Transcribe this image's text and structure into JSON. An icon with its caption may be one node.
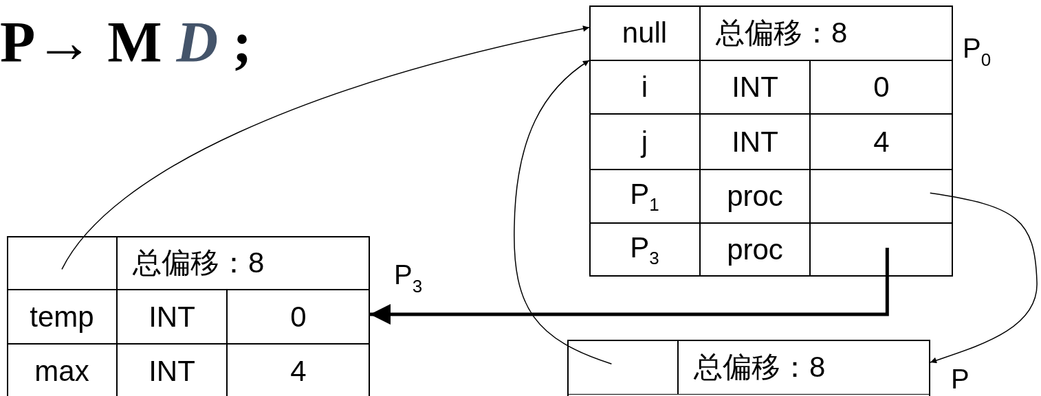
{
  "diagram": {
    "title": "P→ M *D* ;",
    "nodes": [
      {
        "text": [],
        "shape": "box",
        "beside": [
          "P$_{0}$"
        ]
      },
      {
        "text": [
          "null"
        ],
        "in": 0
      },
      {
        "text": [
          "总偏移：8"
        ],
        "in": 0
      },
      {
        "text": [
          "i"
        ],
        "in": 0
      },
      {
        "text": [
          "INT"
        ],
        "in": 0
      },
      {
        "text": [
          "0"
        ],
        "in": 0
      },
      {
        "text": [
          "j"
        ],
        "in": 0
      },
      {
        "text": [
          "INT"
        ],
        "in": 0
      },
      {
        "text": [
          "4"
        ],
        "in": 0
      },
      {
        "text": [
          "P$_{1}$"
        ],
        "in": 0
      },
      {
        "text": [
          "proc"
        ],
        "in": 0
      },
      {
        "text": [],
        "shape": "box",
        "in": 0
      },
      {
        "text": [
          "P$_{3}$"
        ],
        "in": 0
      },
      {
        "text": [
          "proc"
        ],
        "in": 0
      },
      {
        "text": [],
        "shape": "box",
        "in": 0
      },
      {
        "text": [],
        "shape": "box",
        "beside": [
          "P$_{3}$"
        ]
      },
      {
        "text": [],
        "shape": "box",
        "in": 15
      },
      {
        "text": [
          "总偏移：8"
        ],
        "in": 15
      },
      {
        "text": [
          "temp"
        ],
        "in": 15
      },
      {
        "text": [
          "INT"
        ],
        "in": 15
      },
      {
        "text": [
          "0"
        ],
        "in": 15
      },
      {
        "text": [
          "max"
        ],
        "in": 15
      },
      {
        "text": [
          "INT"
        ],
        "in": 15
      },
      {
        "text": [
          "4"
        ],
        "in": 15
      },
      {
        "text": [],
        "shape": "box",
        "beside": [
          "P"
        ]
      },
      {
        "text": [],
        "shape": "box",
        "in": 24
      },
      {
        "text": [
          "总偏移：8"
        ],
        "in": 24
      }
    ],
    "edges": [
      {
        "from": 16,
        "to": 1,
        "arrow": "to"
      },
      {
        "from": 25,
        "to": 1,
        "arrow": "to"
      },
      {
        "from": 11,
        "to": 24,
        "arrow": "to"
      },
      {
        "from": 14,
        "to": 15,
        "arrow": "to",
        "style": "thick"
      }
    ]
  }
}
